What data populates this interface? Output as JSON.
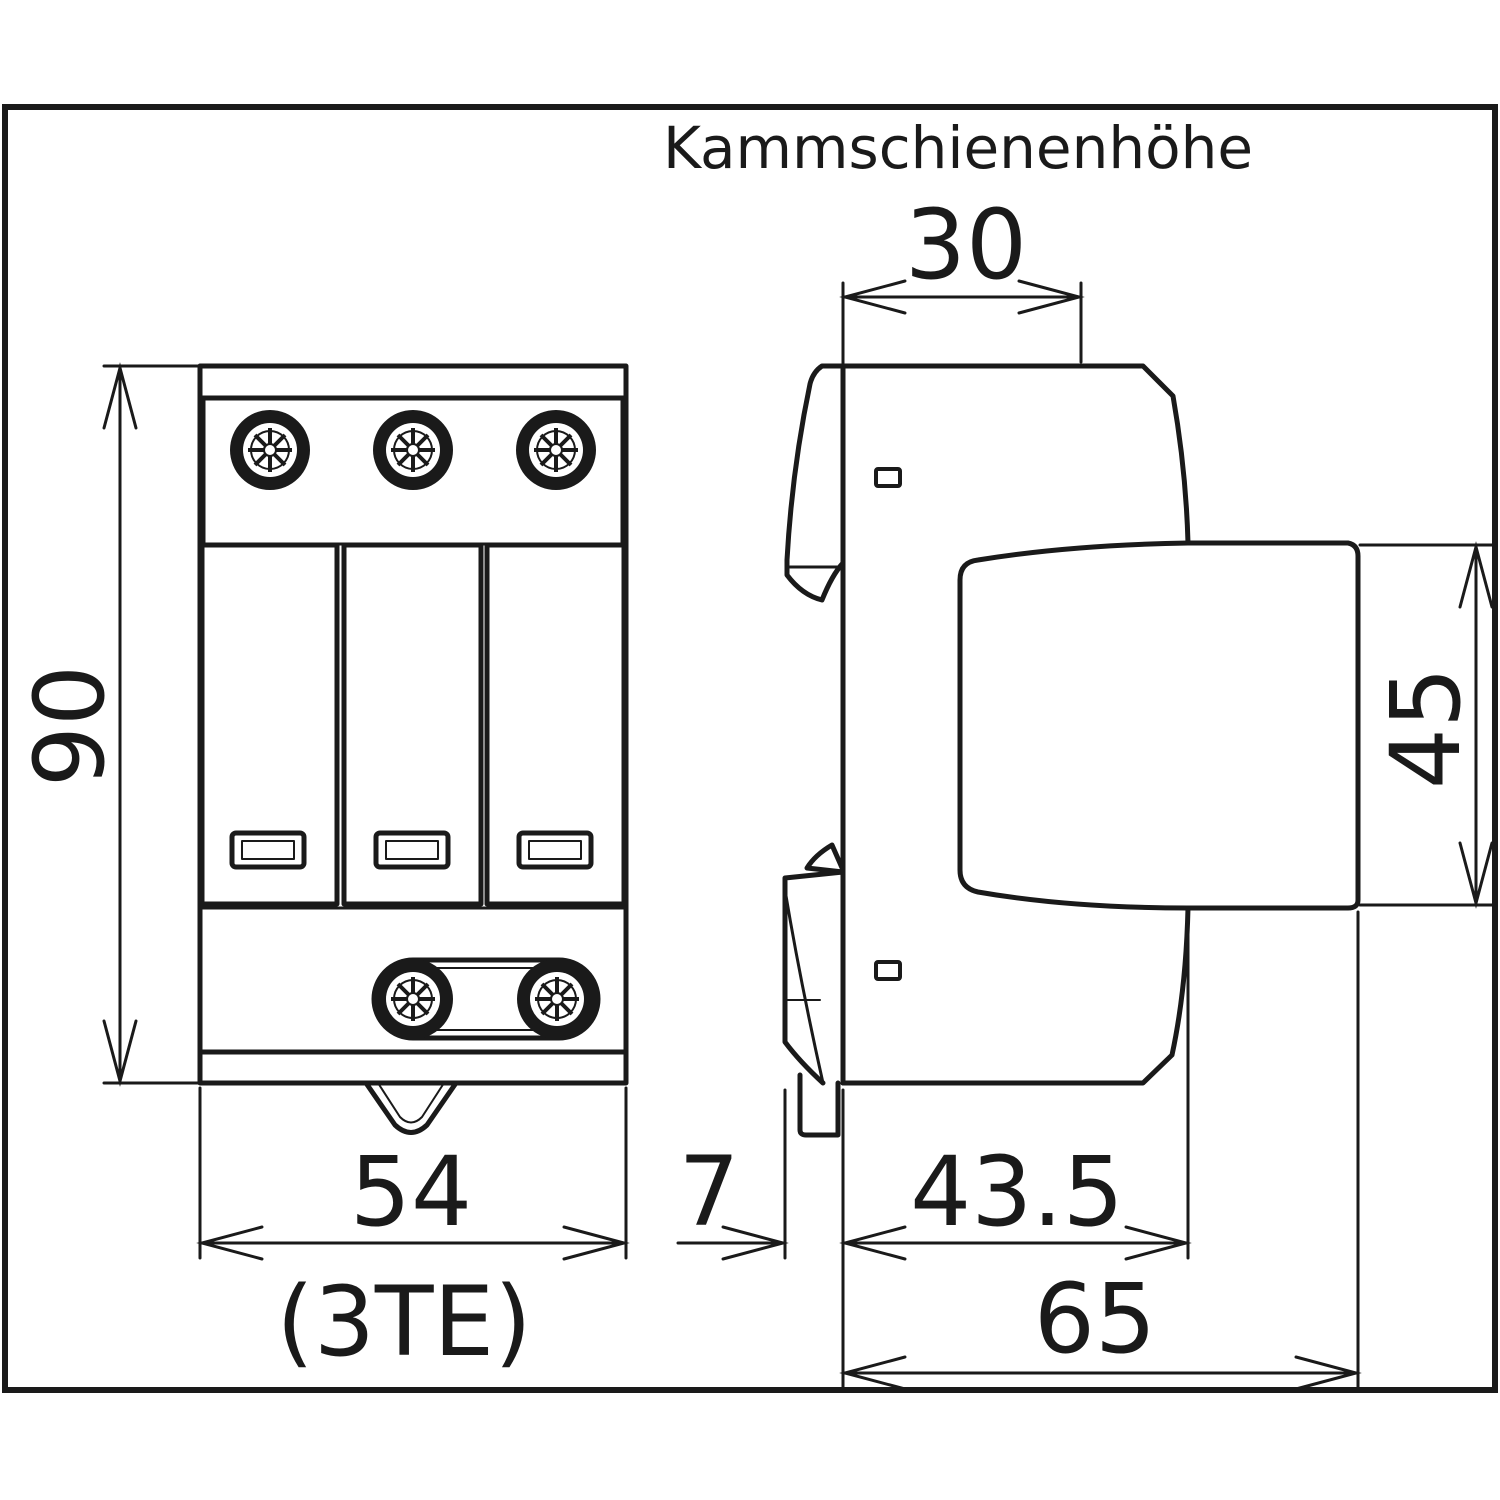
{
  "label_comb_busbar_height": "Kammschienenhöhe",
  "dimensions": {
    "height": "90",
    "width": "54",
    "width_modules": "(3TE)",
    "busbar_height": "30",
    "rail_offset": "7",
    "depth_to_cap": "43.5",
    "total_depth": "65",
    "cap_height": "45"
  },
  "colors": {
    "line": "#1a1a1a",
    "background": "#ffffff"
  }
}
